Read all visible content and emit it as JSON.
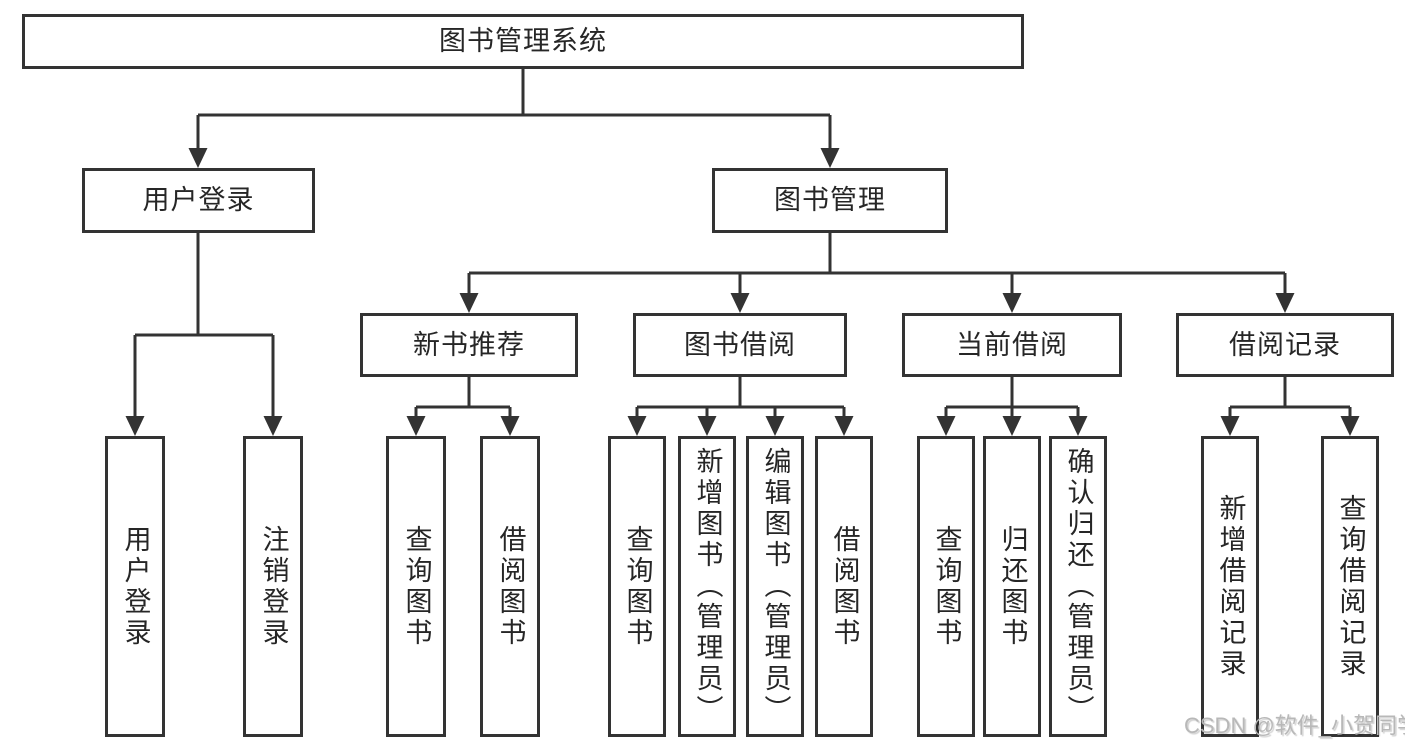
{
  "root": {
    "label": "图书管理系统",
    "children": [
      {
        "label": "用户登录",
        "children": [
          {
            "label": "用户登录"
          },
          {
            "label": "注销登录"
          }
        ]
      },
      {
        "label": "图书管理",
        "children": [
          {
            "label": "新书推荐",
            "children": [
              {
                "label": "查询图书"
              },
              {
                "label": "借阅图书"
              }
            ]
          },
          {
            "label": "图书借阅",
            "children": [
              {
                "label": "查询图书"
              },
              {
                "label": "新增图书（管理员）"
              },
              {
                "label": "编辑图书（管理员）"
              },
              {
                "label": "借阅图书"
              }
            ]
          },
          {
            "label": "当前借阅",
            "children": [
              {
                "label": "查询图书"
              },
              {
                "label": "归还图书"
              },
              {
                "label": "确认归还（管理员）"
              }
            ]
          },
          {
            "label": "借阅记录",
            "children": [
              {
                "label": "新增借阅记录"
              },
              {
                "label": "查询借阅记录"
              }
            ]
          }
        ]
      }
    ]
  },
  "watermark": "CSDN @软件_小贺同学",
  "colors": {
    "line": "#333333",
    "text": "#262626",
    "watermark": "#b8b8b8",
    "background": "#ffffff"
  }
}
